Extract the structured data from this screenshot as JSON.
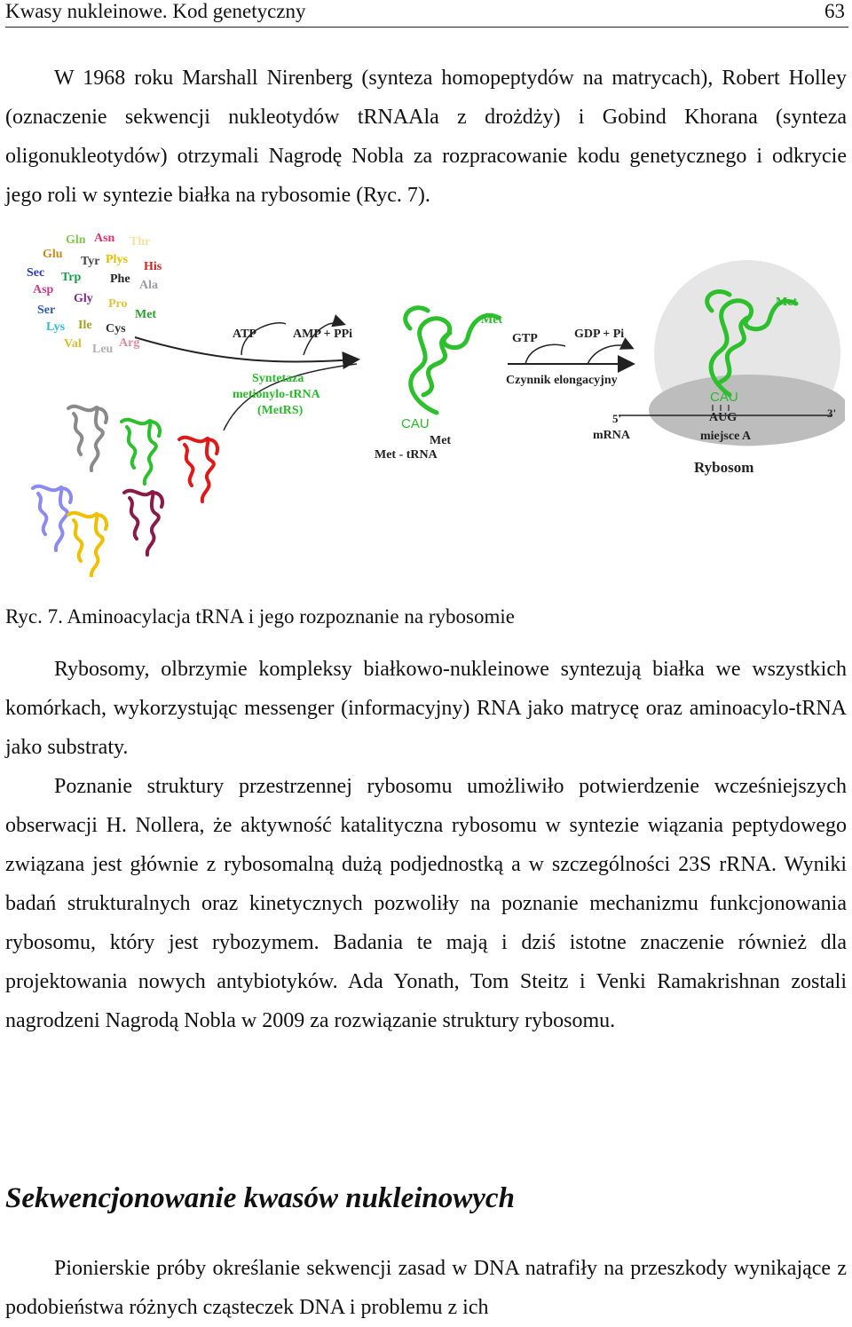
{
  "header": {
    "title": "Kwasy nukleinowe. Kod genetyczny",
    "page_number": "63"
  },
  "intro": "W 1968 roku Marshall Nirenberg (synteza homopeptydów na matrycach), Robert Holley (oznaczenie sekwencji nukleotydów tRNAAla z drożdży) i Gobind Khorana (synteza oligonukleotydów) otrzymali Nagrodę Nobla za rozpracowanie kodu genetycznego i odkrycie jego roli w syntezie białka na rybosomie (Ryc. 7).",
  "figure": {
    "amino_acids": [
      {
        "text": "Gln",
        "color": "#7ec850"
      },
      {
        "text": "Asn",
        "color": "#d6366e"
      },
      {
        "text": "Thr",
        "color": "#f2e2a0"
      },
      {
        "text": "Glu",
        "color": "#cc8a1a"
      },
      {
        "text": "Tyr",
        "color": "#444444"
      },
      {
        "text": "Plys",
        "color": "#e0c000"
      },
      {
        "text": "His",
        "color": "#d62020"
      },
      {
        "text": "Sec",
        "color": "#2a3fb0"
      },
      {
        "text": "Trp",
        "color": "#1a9a4a"
      },
      {
        "text": "Phe",
        "color": "#222222"
      },
      {
        "text": "Ala",
        "color": "#9a9aa6"
      },
      {
        "text": "Asp",
        "color": "#c83a8a"
      },
      {
        "text": "Gly",
        "color": "#7a2a8a"
      },
      {
        "text": "Ser",
        "color": "#2a5ab5"
      },
      {
        "text": "Pro",
        "color": "#e8c040"
      },
      {
        "text": "Met",
        "color": "#2aa02a"
      },
      {
        "text": "Lys",
        "color": "#30b8e0"
      },
      {
        "text": "Ile",
        "color": "#a8a020"
      },
      {
        "text": "Cys",
        "color": "#333333"
      },
      {
        "text": "Val",
        "color": "#d8c030"
      },
      {
        "text": "Leu",
        "color": "#b0b0b0"
      },
      {
        "text": "Arg",
        "color": "#e08a9a"
      }
    ],
    "atp": "ATP",
    "amp_ppi": "AMP + PPi",
    "enzyme_line1": "Syntetaza",
    "enzyme_line2": "metionylo-tRNA",
    "enzyme_line3": "(MetRS)",
    "trna_met_label": "Met",
    "trna_anticodon": "CAU",
    "trna_met_bottom": "Met",
    "trna_name": "Met - tRNA",
    "gtp": "GTP",
    "gdp_pi": "GDP + Pi",
    "elongation_factor": "Czynnik elongacyjny",
    "ribosome_met": "Met",
    "ribosome_anticodon": "CAU",
    "codon": "AUG",
    "five_prime": "5'",
    "three_prime": "3'",
    "mrna": "mRNA",
    "site_a": "miejsce A",
    "ribosome": "Rybosom",
    "colors": {
      "trna_green": "#2cc02c",
      "trna_grey": "#8a8a8a",
      "trna_red": "#e01818",
      "trna_blue": "#8a8af0",
      "trna_yellow": "#f0c000",
      "trna_maroon": "#8a1a4a",
      "enzyme_text": "#2cb82c",
      "ribosome_light": "#e6e6e6",
      "ribosome_dark": "#bdbdbd"
    }
  },
  "caption": "Ryc. 7. Aminoacylacja tRNA i jego rozpoznanie na rybosomie",
  "para1": "Rybosomy, olbrzymie kompleksy białkowo-nukleinowe syntezują białka we wszystkich komórkach, wykorzystując messenger (informacyjny) RNA jako matrycę oraz aminoacylo-tRNA jako substraty.",
  "para2": "Poznanie struktury przestrzennej rybosomu umożliwiło potwierdzenie wcześniejszych obserwacji H. Nollera, że aktywność katalityczna rybosomu w syntezie wiązania peptydowego związana jest głównie z rybosomalną dużą podjednostką a w szczególności 23S rRNA. Wyniki badań strukturalnych oraz kinetycznych pozwoliły na poznanie mechanizmu funkcjonowania rybosomu, który jest rybozymem. Badania te mają i dziś istotne znaczenie również dla projektowania nowych antybiotyków. Ada Yonath, Tom Steitz i Venki Ramakrishnan zostali nagrodzeni Nagrodą Nobla w 2009 za rozwiązanie struktury rybosomu.",
  "section_title": "Sekwencjonowanie kwasów nukleinowych",
  "para3": "Pionierskie próby określanie sekwencji zasad w DNA natrafiły na przeszkody wynikające z podobieństwa różnych cząsteczek DNA i problemu z ich"
}
